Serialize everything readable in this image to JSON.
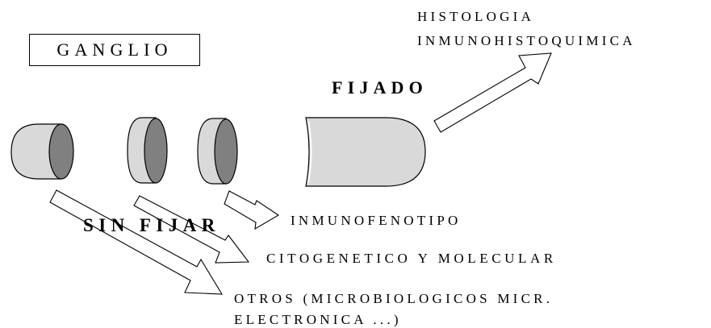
{
  "labels": {
    "ganglio": "GANGLIO",
    "fijado": "FIJADO",
    "sin_fijar": "SIN FIJAR",
    "histologia_line1": "HISTOLOGIA",
    "histologia_line2": "INMUNOHISTOQUIMICA",
    "inmunofenotipo": "INMUNOFENOTIPO",
    "citogenetico": "CITOGENETICO Y MOLECULAR",
    "otros_line1": "OTROS (MICROBIOLOGICOS MICR.",
    "otros_line2": "ELECTRONICA ...)"
  },
  "colors": {
    "shape_fill": "#d9d9d9",
    "face_fill": "#808080",
    "stroke": "#000000",
    "arrow_fill": "#ffffff"
  }
}
